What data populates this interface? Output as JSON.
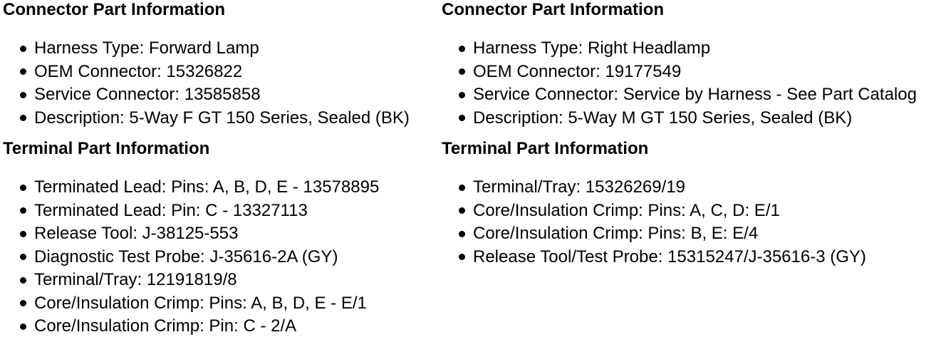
{
  "page": {
    "background": "#ffffff",
    "text_color": "#000000",
    "bullet_color": "#000000"
  },
  "columns": [
    {
      "sections": [
        {
          "heading": "Connector Part Information",
          "items": [
            "Harness Type: Forward Lamp",
            "OEM Connector: 15326822",
            "Service Connector: 13585858",
            "Description: 5-Way F GT 150 Series, Sealed (BK)"
          ]
        },
        {
          "heading": "Terminal Part Information",
          "items": [
            "Terminated Lead: Pins: A, B, D, E - 13578895",
            "Terminated Lead: Pin: C - 13327113",
            "Release Tool: J-38125-553",
            "Diagnostic Test Probe: J-35616-2A (GY)",
            "Terminal/Tray: 12191819/8",
            "Core/Insulation Crimp: Pins: A, B, D, E - E/1",
            "Core/Insulation Crimp: Pin: C - 2/A"
          ]
        }
      ]
    },
    {
      "sections": [
        {
          "heading": "Connector Part Information",
          "items": [
            "Harness Type: Right Headlamp",
            "OEM Connector: 19177549",
            "Service Connector: Service by Harness - See Part Catalog",
            "Description: 5-Way M GT 150 Series, Sealed (BK)"
          ]
        },
        {
          "heading": "Terminal Part Information",
          "items": [
            "Terminal/Tray: 15326269/19",
            "Core/Insulation Crimp: Pins: A, C, D: E/1",
            "Core/Insulation Crimp: Pins: B, E: E/4",
            "Release Tool/Test Probe: 15315247/J-35616-3 (GY)"
          ]
        }
      ]
    }
  ]
}
